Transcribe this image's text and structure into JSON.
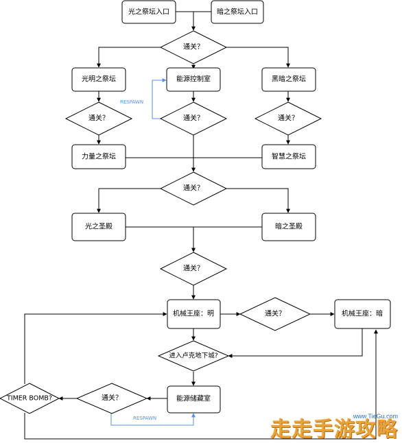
{
  "nodes": {
    "light_entrance": "光之祭坛入口",
    "dark_entrance": "暗之祭坛入口",
    "light_altar": "光明之祭坛",
    "energy_room": "能源控制室",
    "dark_altar": "黑暗之祭坛",
    "power_altar": "力量之祭坛",
    "wisdom_altar": "智慧之祭坛",
    "light_temple": "光之圣殿",
    "dark_temple": "暗之圣殿",
    "throne_light": "机械王座：明",
    "throne_dark": "机械王座：暗",
    "energy_storage": "能源储藏室",
    "timer_bomb": "TIMER BOMB?"
  },
  "decisions": {
    "clear_1": "通关？",
    "clear_light": "通关？",
    "clear_energy": "通关？",
    "clear_dark": "通关？",
    "clear_2": "通关？",
    "clear_3": "通关？",
    "clear_throne": "通关？",
    "enter_city": "进入卢克地下城?",
    "clear_storage": "通关？"
  },
  "labels": {
    "respawn_top": "RESPAWN",
    "respawn_bottom": "RESPAWN"
  },
  "watermark": {
    "url": "www.TieGu.com",
    "text": "走走手游攻略"
  },
  "colors": {
    "stroke": "#000000",
    "respawn": "#5b8fd6"
  }
}
